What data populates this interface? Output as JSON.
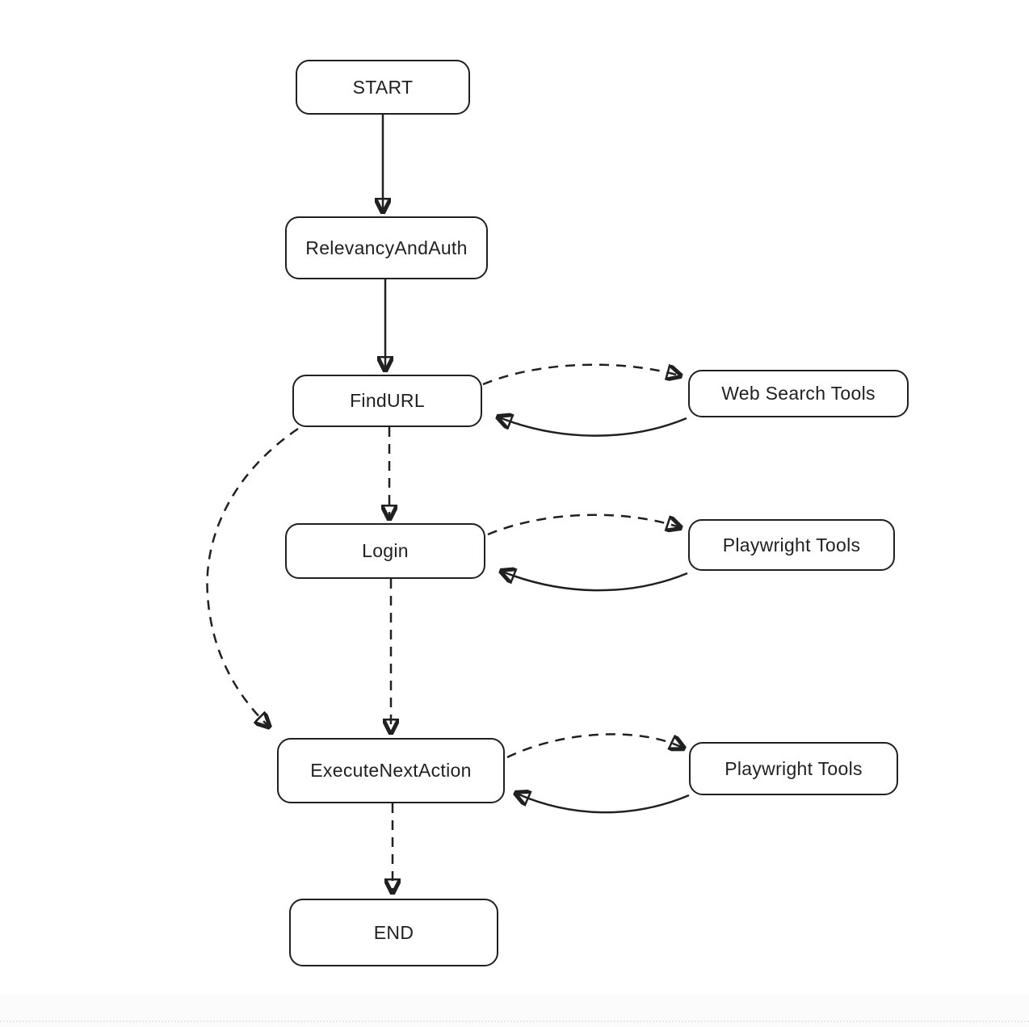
{
  "diagram": {
    "type": "flowchart",
    "orientation": "top-down",
    "colors": {
      "stroke": "#1f2020",
      "node_background": "#ffffff",
      "background": "#ffffff",
      "footer_strip": "#fbfbfb"
    },
    "nodes": [
      {
        "id": "start",
        "label": "START"
      },
      {
        "id": "relevancy_and_auth",
        "label": "RelevancyAndAuth"
      },
      {
        "id": "find_url",
        "label": "FindURL"
      },
      {
        "id": "web_search_tools",
        "label": "Web Search Tools"
      },
      {
        "id": "login",
        "label": "Login"
      },
      {
        "id": "playwright_tools_login",
        "label": "Playwright Tools"
      },
      {
        "id": "execute_next_action",
        "label": "ExecuteNextAction"
      },
      {
        "id": "playwright_tools_execute",
        "label": "Playwright Tools"
      },
      {
        "id": "end",
        "label": "END"
      }
    ],
    "edges": [
      {
        "from": "start",
        "to": "relevancy_and_auth",
        "style": "solid"
      },
      {
        "from": "relevancy_and_auth",
        "to": "find_url",
        "style": "solid"
      },
      {
        "from": "find_url",
        "to": "web_search_tools",
        "style": "dashed"
      },
      {
        "from": "web_search_tools",
        "to": "find_url",
        "style": "solid"
      },
      {
        "from": "find_url",
        "to": "login",
        "style": "dashed"
      },
      {
        "from": "find_url",
        "to": "execute_next_action",
        "style": "dashed"
      },
      {
        "from": "login",
        "to": "playwright_tools_login",
        "style": "dashed"
      },
      {
        "from": "playwright_tools_login",
        "to": "login",
        "style": "solid"
      },
      {
        "from": "login",
        "to": "execute_next_action",
        "style": "dashed"
      },
      {
        "from": "execute_next_action",
        "to": "playwright_tools_execute",
        "style": "dashed"
      },
      {
        "from": "playwright_tools_execute",
        "to": "execute_next_action",
        "style": "solid"
      },
      {
        "from": "execute_next_action",
        "to": "end",
        "style": "dashed"
      }
    ]
  }
}
